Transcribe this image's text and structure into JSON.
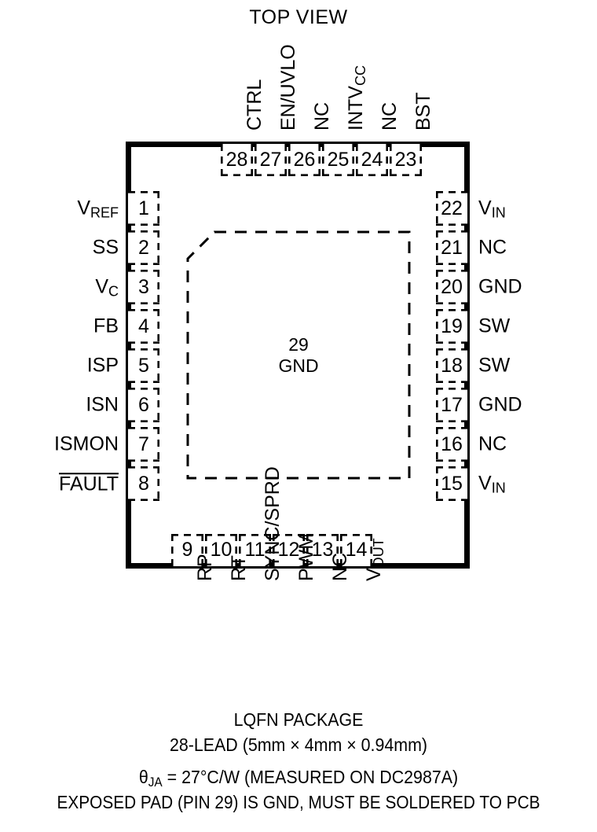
{
  "title": "TOP VIEW",
  "package": {
    "exposed_pad": {
      "number": "29",
      "name": "GND"
    }
  },
  "pins": {
    "left": [
      {
        "num": "1",
        "label": "VREF",
        "base": "V",
        "sub": "REF",
        "overline": false
      },
      {
        "num": "2",
        "label": "SS",
        "base": "SS",
        "sub": "",
        "overline": false
      },
      {
        "num": "3",
        "label": "VC",
        "base": "V",
        "sub": "C",
        "overline": false
      },
      {
        "num": "4",
        "label": "FB",
        "base": "FB",
        "sub": "",
        "overline": false
      },
      {
        "num": "5",
        "label": "ISP",
        "base": "ISP",
        "sub": "",
        "overline": false
      },
      {
        "num": "6",
        "label": "ISN",
        "base": "ISN",
        "sub": "",
        "overline": false
      },
      {
        "num": "7",
        "label": "ISMON",
        "base": "ISMON",
        "sub": "",
        "overline": false
      },
      {
        "num": "8",
        "label": "FAULT",
        "base": "FAULT",
        "sub": "",
        "overline": true
      }
    ],
    "bottom": [
      {
        "num": "9",
        "label": "RP",
        "base": "RP",
        "sub": "",
        "overline": false
      },
      {
        "num": "10",
        "label": "RT",
        "base": "RT",
        "sub": "",
        "overline": false
      },
      {
        "num": "11",
        "label": "SYNC/SPRD",
        "base": "SYNC/SPRD",
        "sub": "",
        "overline": false
      },
      {
        "num": "12",
        "label": "PWM",
        "base": "PWM",
        "sub": "",
        "overline": false
      },
      {
        "num": "13",
        "label": "NC",
        "base": "NC",
        "sub": "",
        "overline": false
      },
      {
        "num": "14",
        "label": "VOUT",
        "base": "V",
        "sub": "OUT",
        "overline": false
      }
    ],
    "right": [
      {
        "num": "15",
        "label": "VIN",
        "base": "V",
        "sub": "IN",
        "overline": false
      },
      {
        "num": "16",
        "label": "NC",
        "base": "NC",
        "sub": "",
        "overline": false
      },
      {
        "num": "17",
        "label": "GND",
        "base": "GND",
        "sub": "",
        "overline": false
      },
      {
        "num": "18",
        "label": "SW",
        "base": "SW",
        "sub": "",
        "overline": false
      },
      {
        "num": "19",
        "label": "SW",
        "base": "SW",
        "sub": "",
        "overline": false
      },
      {
        "num": "20",
        "label": "GND",
        "base": "GND",
        "sub": "",
        "overline": false
      },
      {
        "num": "21",
        "label": "NC",
        "base": "NC",
        "sub": "",
        "overline": false
      },
      {
        "num": "22",
        "label": "VIN",
        "base": "V",
        "sub": "IN",
        "overline": false
      }
    ],
    "top": [
      {
        "num": "23",
        "label": "BST",
        "base": "BST",
        "sub": "",
        "overline": false
      },
      {
        "num": "24",
        "label": "NC",
        "base": "NC",
        "sub": "",
        "overline": false
      },
      {
        "num": "25",
        "label": "INTVCC",
        "base": "INTV",
        "sub": "CC",
        "overline": false
      },
      {
        "num": "26",
        "label": "NC",
        "base": "NC",
        "sub": "",
        "overline": false
      },
      {
        "num": "27",
        "label": "EN/UVLO",
        "base": "EN/UVLO",
        "sub": "",
        "overline": false
      },
      {
        "num": "28",
        "label": "CTRL",
        "base": "CTRL",
        "sub": "",
        "overline": false
      }
    ]
  },
  "caption": {
    "line1": "LQFN PACKAGE",
    "line2": "28-LEAD (5mm × 4mm × 0.94mm)",
    "line3_prefix": "θ",
    "line3_sub": "JA",
    "line3_rest": " = 27°C/W (MEASURED ON DC2987A)",
    "line4": "EXPOSED PAD (PIN 29) IS GND, MUST BE SOLDERED TO PCB"
  },
  "colors": {
    "ink": "#000000",
    "background": "#ffffff"
  }
}
